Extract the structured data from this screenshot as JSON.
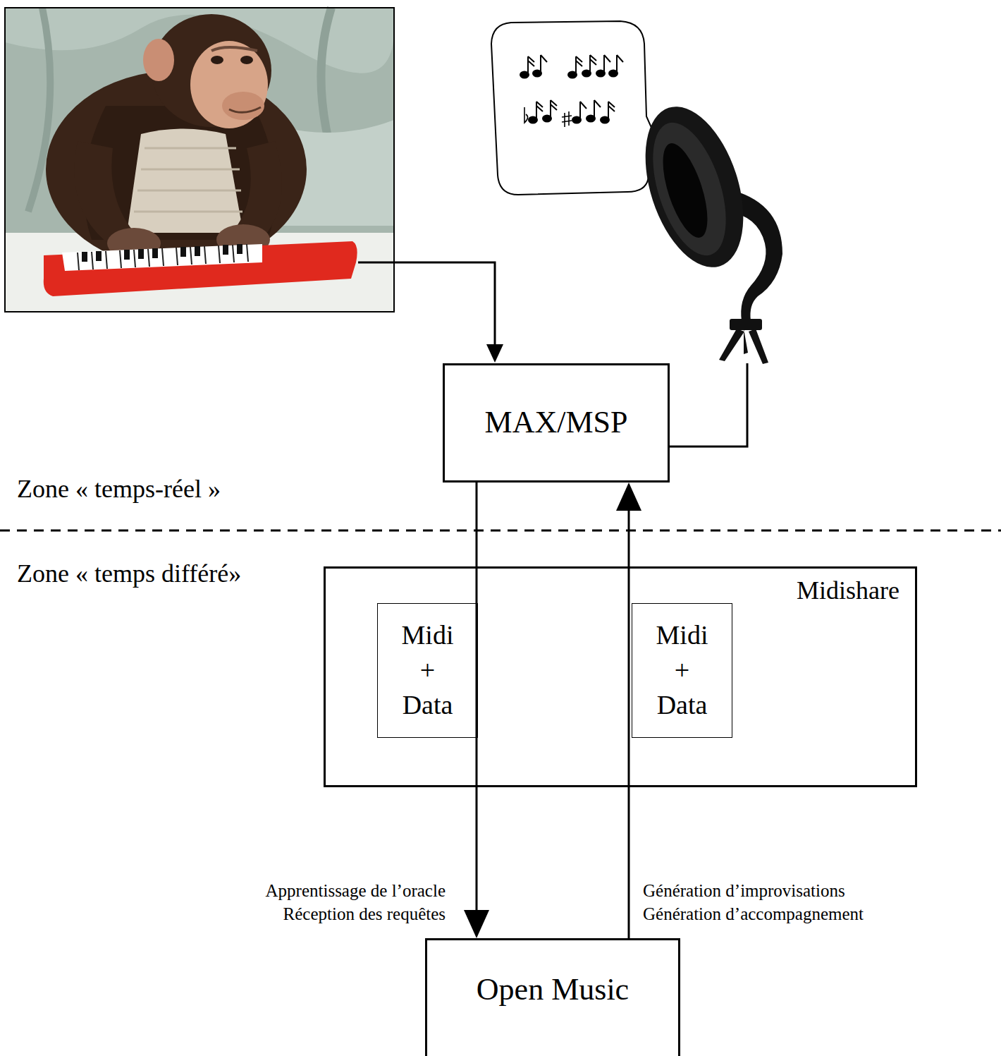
{
  "diagram": {
    "nodes": [
      {
        "text": [
          "MAX/MSP"
        ]
      },
      {
        "text": [
          "Midishare"
        ]
      },
      {
        "text": [
          "Midi + Data"
        ],
        "in": 1
      },
      {
        "text": [
          "Midi + Data"
        ],
        "in": 1
      },
      {
        "text": [
          "Open Music"
        ]
      }
    ],
    "edges": [
      {
        "from": 0,
        "to": 4,
        "arrow": "to",
        "label": "Apprentissage de l’oracle Réception des requêtes"
      },
      {
        "from": 4,
        "to": 0,
        "arrow": "to",
        "label": "Génération d’improvisations Génération d’accompagnement"
      }
    ],
    "labels": [
      "Zone « temps-réel »",
      "Zone « temps différé»"
    ]
  }
}
